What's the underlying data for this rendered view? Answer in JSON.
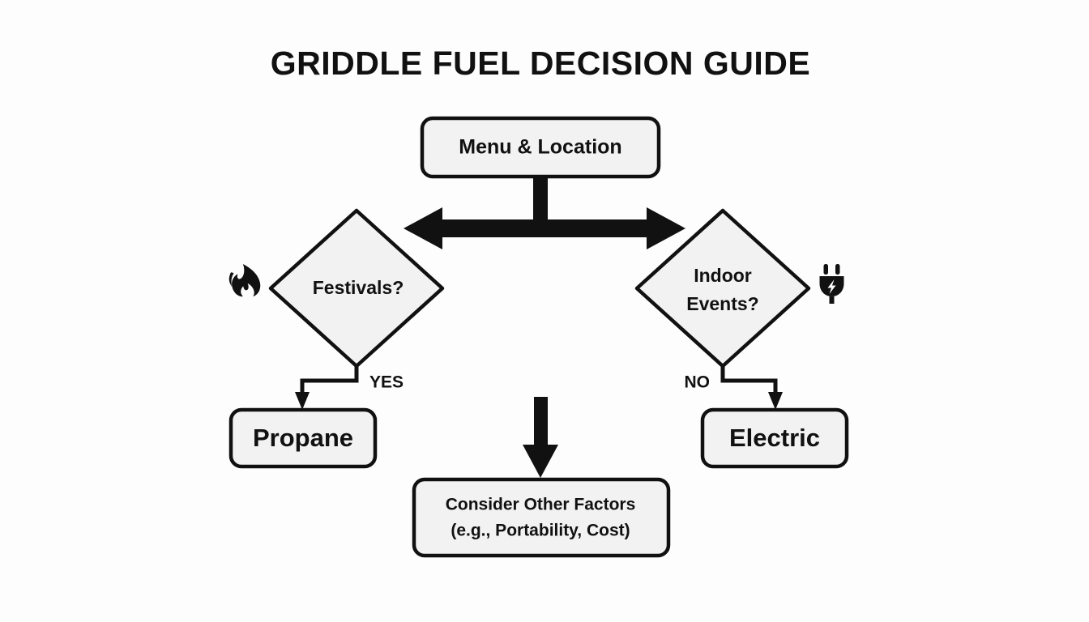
{
  "title": "GRIDDLE FUEL DECISION GUIDE",
  "background_color": "#fdfdfd",
  "node_fill_color": "#f2f2f2",
  "stroke_color": "#111111",
  "nodes": {
    "start": {
      "label": "Menu & Location",
      "shape": "rounded-rect"
    },
    "decision_left": {
      "label": "Festivals?",
      "shape": "diamond"
    },
    "decision_right": {
      "label_line1": "Indoor",
      "label_line2": "Events?",
      "shape": "diamond"
    },
    "outcome_left": {
      "label": "Propane",
      "shape": "rounded-rect"
    },
    "outcome_right": {
      "label": "Electric",
      "shape": "rounded-rect"
    },
    "outcome_center": {
      "label_line1": "Consider Other Factors",
      "label_line2": "(e.g., Portability, Cost)",
      "shape": "rounded-rect"
    }
  },
  "edge_labels": {
    "yes": "YES",
    "no": "NO"
  },
  "icons": {
    "left": "flame-icon",
    "right": "power-plug-icon"
  }
}
